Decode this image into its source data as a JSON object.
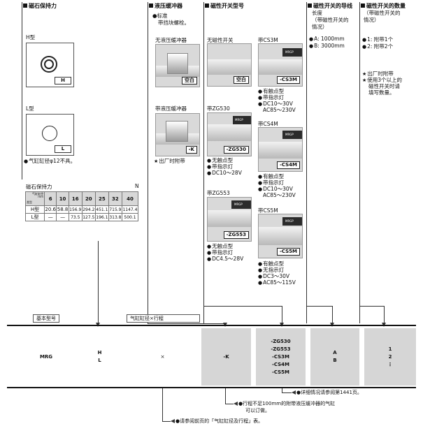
{
  "header_titles": {
    "magnet": "磁石保持力",
    "buffer": "液压缓冲器",
    "switch_model": "磁性开关型号",
    "lead_length": "磁性开关的导线",
    "switch_count": "磁性开关的数量"
  },
  "buffer": {
    "std_line1": "●标准",
    "std_line2": "带挡块螺栓。",
    "no_buffer_label": "无液压缓冲器",
    "no_buffer_code": "空白",
    "with_buffer_label": "带液压缓冲器",
    "with_buffer_code": "-K",
    "note": "出厂时附带"
  },
  "magnet": {
    "h_label": "H型",
    "h_code": "H",
    "l_label": "L型",
    "l_code": "L",
    "note": "气缸缸径φ12不具。",
    "force_title": "磁石保持力",
    "force_unit": "N",
    "table": {
      "corner_top": "气缸缸径",
      "corner_mm": "mm",
      "corner_left": "类型",
      "bores": [
        "6",
        "10",
        "16",
        "20",
        "25",
        "32",
        "40"
      ],
      "rows": [
        {
          "type": "H型",
          "values": [
            "20.6",
            "58.8",
            "156.9",
            "294.2",
            "451.1",
            "715.9",
            "1147.4"
          ]
        },
        {
          "type": "L型",
          "values": [
            "—",
            "—",
            "73.5",
            "127.5",
            "196.1",
            "313.8",
            "500.1"
          ]
        }
      ]
    }
  },
  "switch_model": {
    "none_label": "无磁性开关",
    "none_code": "空白",
    "zg530": {
      "label": "带ZG530",
      "code": "-ZG530",
      "lines": [
        "无触点型",
        "带指示灯",
        "DC10～28V"
      ]
    },
    "zg553": {
      "label": "带ZG553",
      "code": "-ZG553",
      "lines": [
        "无触点型",
        "带指示灯",
        "DC4.5～28V"
      ]
    },
    "cs3m": {
      "label": "带CS3M",
      "code": "-CS3M",
      "lines": [
        "有触点型",
        "带指示灯",
        "DC10～30V",
        "AC85～230V"
      ]
    },
    "cs4m": {
      "label": "带CS4M",
      "code": "-CS4M",
      "lines": [
        "有触点型",
        "带指示灯",
        "DC10～30V",
        "AC85～230V"
      ]
    },
    "cs5m": {
      "label": "带CS5M",
      "code": "-CS5M",
      "lines": [
        "有触点型",
        "无指示灯",
        "DC3～30V",
        "AC85～115V"
      ]
    },
    "photo_tag": "MRGP"
  },
  "lead_length": {
    "line2": "长度",
    "line3": "（带磁性开关的",
    "line4": "情况）",
    "a": "A:  1000mm",
    "b": "B:  3000mm"
  },
  "switch_count": {
    "line2": "（带磁性开关的",
    "line3": "情况）",
    "one": "1:  附带1个",
    "two": "2:  附带2个",
    "note1": "出厂时附带",
    "note2": "使用3个以上的",
    "note2b": "磁性开关时请",
    "note2c": "填写数量。"
  },
  "bottom": {
    "basic_model_label": "基本型号",
    "bore_stroke_label": "气缸缸径×行程",
    "c1": "MRG",
    "c2a": "H",
    "c2b": "L",
    "c3": "×",
    "c4": "-K",
    "c5": [
      "-ZG530",
      "-ZG553",
      "-CS3M",
      "-CS4M",
      "-CS5M"
    ],
    "c6a": "A",
    "c6b": "B",
    "c7a": "1",
    "c7b": "2",
    "c7c": "⋮",
    "note1": "●详细情况请参阅第1441页。",
    "note2a": "●行程不足100mm的附带液压缓冲器的气缸",
    "note2b": "可以订做。",
    "note3": "●请参阅前页的「气缸缸径及行程」表。"
  }
}
